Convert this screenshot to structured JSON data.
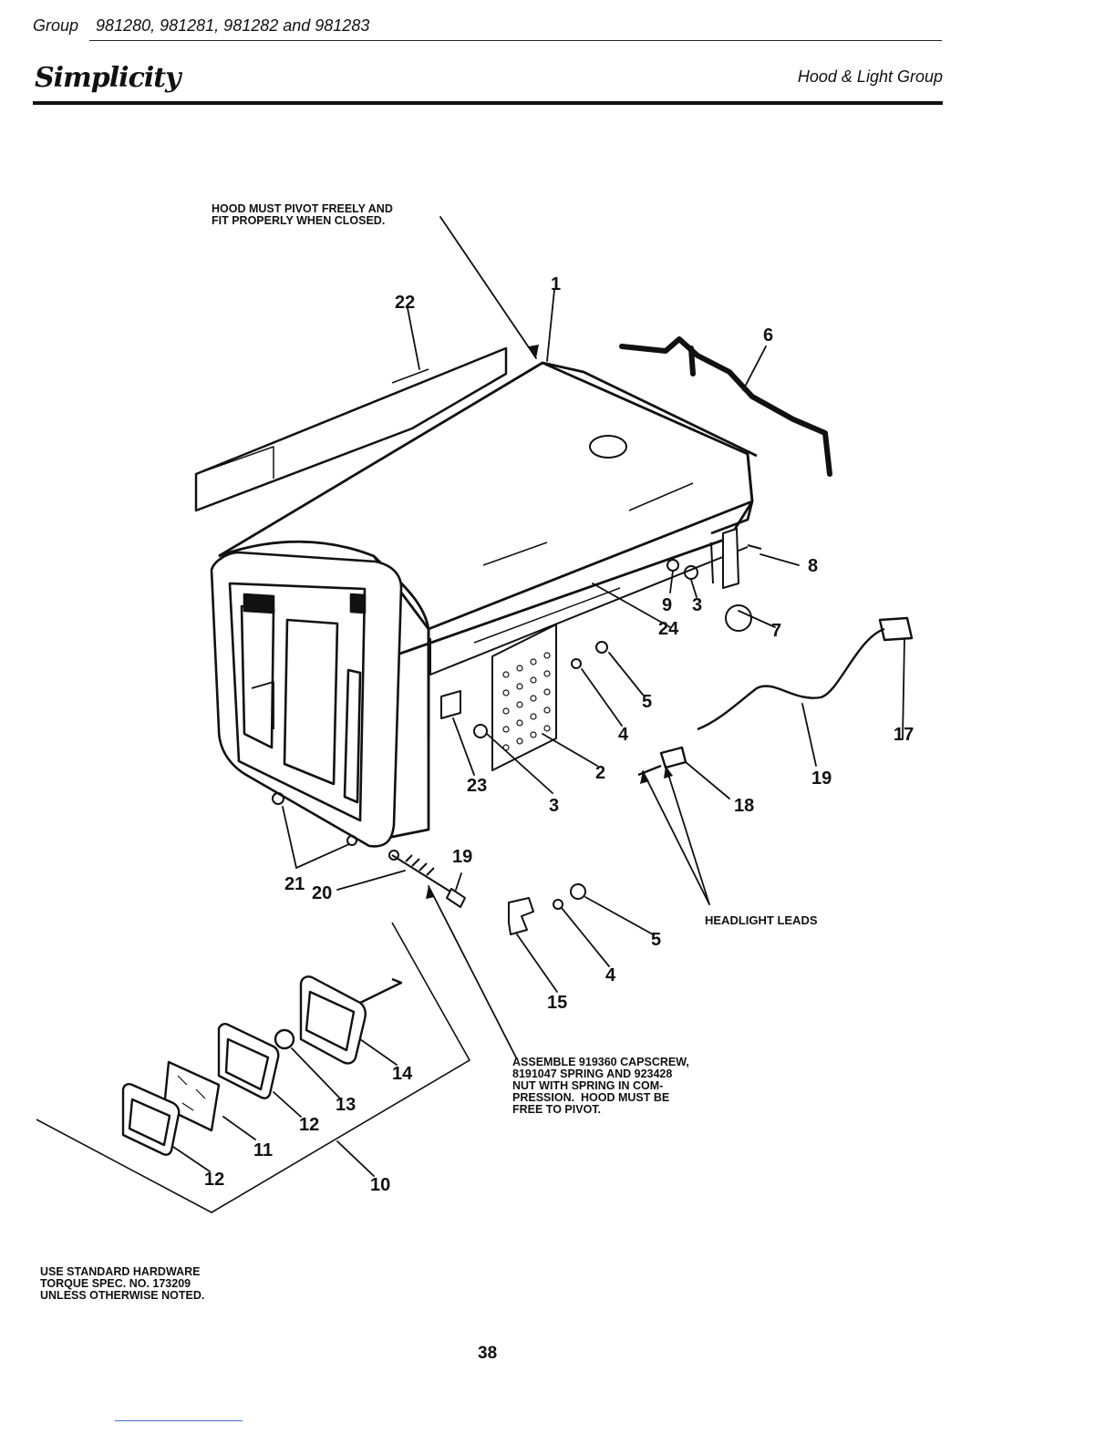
{
  "header": {
    "group_prefix": "Group",
    "group_models": "981280, 981281, 981282 and 981283",
    "brand": "Simplicity",
    "section_title": "Hood & Light Group"
  },
  "notes": {
    "hood_pivot": "HOOD MUST PIVOT FREELY AND\nFIT PROPERLY WHEN CLOSED.",
    "headlight_leads": "HEADLIGHT LEADS",
    "assemble": "ASSEMBLE 919360 CAPSCREW,\n8191047 SPRING AND 923428\nNUT WITH SPRING IN COM-\nPRESSION.  HOOD MUST BE\nFREE TO PIVOT.",
    "hardware": "USE STANDARD HARDWARE\nTORQUE SPEC. NO. 173209\nUNLESS OTHERWISE NOTED."
  },
  "callouts": [
    "1",
    "22",
    "6",
    "8",
    "9",
    "3",
    "7",
    "24",
    "5",
    "4",
    "17",
    "19",
    "2",
    "23",
    "3",
    "18",
    "21",
    "20",
    "19",
    "5",
    "4",
    "15",
    "14",
    "13",
    "12",
    "11",
    "12",
    "10"
  ],
  "footer": {
    "page_number": "38"
  }
}
